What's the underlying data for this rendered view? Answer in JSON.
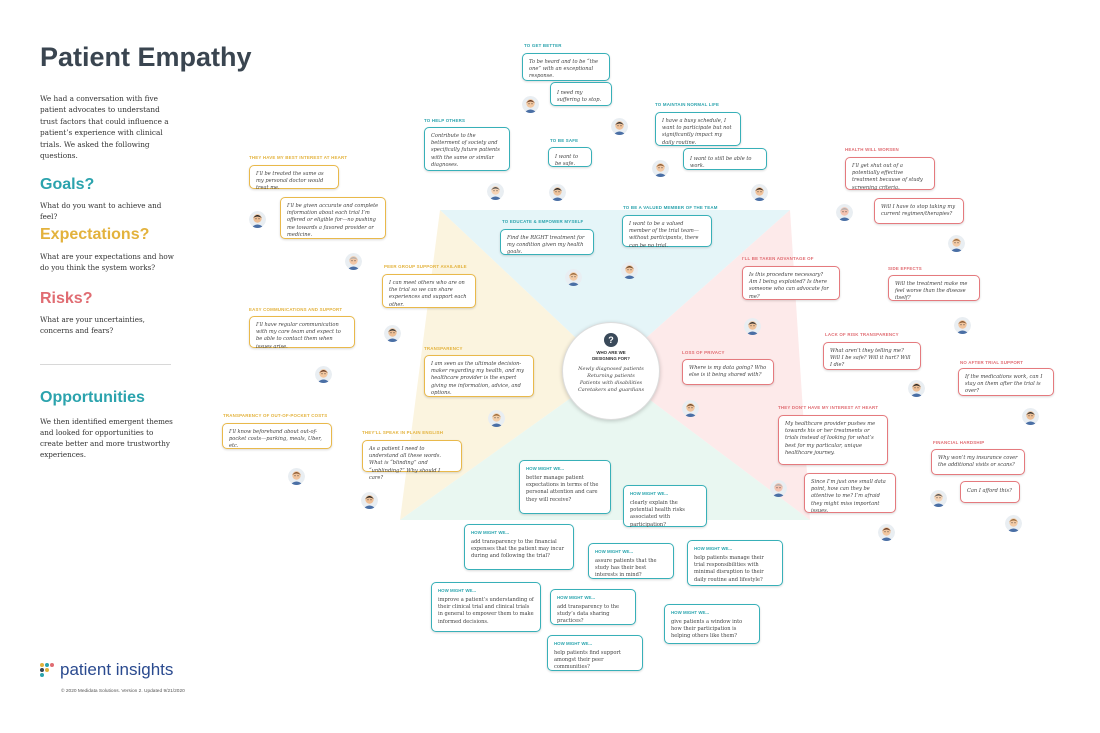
{
  "page": {
    "title": "Patient Empathy",
    "intro": "We had a conversation with five patient advocates to understand trust factors that could influence a patient’s experience with clinical trials. We asked the following questions.",
    "sections": [
      {
        "heading": "Goals?",
        "text": "What do you want to achieve and feel?",
        "color": "#2ba3ad"
      },
      {
        "heading": "Expectations?",
        "text": "What are your expectations and how do you think the system works?",
        "color": "#e3b23c"
      },
      {
        "heading": "Risks?",
        "text": "What are your uncertainties, concerns and fears?",
        "color": "#e06c72"
      },
      {
        "heading": "Opportunities",
        "text": "We then identified emergent themes and looked for opportunities to create better and more trustworthy experiences.",
        "color": "#2ba3ad"
      }
    ],
    "logo_text": "patient insights",
    "copyright": "© 2020 Medidata Solutions. Version 2. Updated 9/21/2020"
  },
  "center": {
    "icon": "?",
    "heading": "WHO ARE WE DESIGNING FOR?",
    "lines": [
      "Newly diagnosed patients",
      "Returning patients",
      "Patients with disabilities",
      "Caretakers and guardians"
    ]
  },
  "colors": {
    "teal": "#2ba3ad",
    "yellow": "#e3b23c",
    "red": "#e06c72",
    "navy": "#3a4550"
  },
  "categories": [
    {
      "label": "TO GET BETTER",
      "color": "teal"
    },
    {
      "label": "TO MAINTAIN NORMAL LIFE",
      "color": "teal"
    },
    {
      "label": "TO HELP OTHERS",
      "color": "teal"
    },
    {
      "label": "TO BE SAFE",
      "color": "teal"
    },
    {
      "label": "TO EDUCATE & EMPOWER MYSELF",
      "color": "teal"
    },
    {
      "label": "TO BE A VALUED MEMBER OF THE TEAM",
      "color": "teal"
    },
    {
      "label": "THEY HAVE MY BEST INTEREST AT HEART",
      "color": "yellow"
    },
    {
      "label": "PEER GROUP SUPPORT AVAILABLE",
      "color": "yellow"
    },
    {
      "label": "EASY COMMUNICATIONS AND SUPPORT",
      "color": "yellow"
    },
    {
      "label": "TRANSPARENCY",
      "color": "yellow"
    },
    {
      "label": "TRANSPARENCY OF OUT-OF-POCKET COSTS",
      "color": "yellow"
    },
    {
      "label": "THEY'LL SPEAK IN PLAIN ENGLISH",
      "color": "yellow"
    },
    {
      "label": "HEALTH WILL WORSEN",
      "color": "red"
    },
    {
      "label": "I'LL BE TAKEN ADVANTAGE OF",
      "color": "red"
    },
    {
      "label": "SIDE EFFECTS",
      "color": "red"
    },
    {
      "label": "LACK OF RISK TRANSPARENCY",
      "color": "red"
    },
    {
      "label": "LOSS OF PRIVACY",
      "color": "red"
    },
    {
      "label": "NO AFTER TRIAL SUPPORT",
      "color": "red"
    },
    {
      "label": "THEY DON'T HAVE MY INTEREST AT HEART",
      "color": "red"
    },
    {
      "label": "FINANCIAL HARDSHIP",
      "color": "red"
    }
  ],
  "quotes": [
    {
      "text": "To be heard and to be “the one” with an exceptional response.",
      "color": "teal"
    },
    {
      "text": "I need my suffering to stop.",
      "color": "teal"
    },
    {
      "text": "I have a busy schedule, I want to participate but not significantly impact my daily routine.",
      "color": "teal"
    },
    {
      "text": "I want to still be able to work.",
      "color": "teal"
    },
    {
      "text": "Contribute to the betterment of society and specifically future patients with the same or similar diagnoses.",
      "color": "teal"
    },
    {
      "text": "I want to be safe.",
      "color": "teal"
    },
    {
      "text": "Find the RIGHT treatment for my condition given my health goals.",
      "color": "teal"
    },
    {
      "text": "I want to be a valued member of the trial team—without participants, there can be no trial.",
      "color": "teal"
    },
    {
      "text": "I’ll be treated the same as my personal doctor would treat me.",
      "color": "yellow"
    },
    {
      "text": "I’ll be given accurate and complete information about each trial I’m offered or eligible for—no pushing me towards a favored provider or medicine.",
      "color": "yellow"
    },
    {
      "text": "I can meet others who are on the trial so we can share experiences and support each other.",
      "color": "yellow"
    },
    {
      "text": "I’ll have regular communication with my care team and expect to be able to contact them when issues arise.",
      "color": "yellow"
    },
    {
      "text": "I am seen as the ultimate decision-maker regarding my health, and my healthcare provider is the expert giving me information, advice, and options.",
      "color": "yellow"
    },
    {
      "text": "I’ll know beforehand about out-of-pocket costs—parking, meals, Uber, etc.",
      "color": "yellow"
    },
    {
      "text": "As a patient I need to understand all these words. What is “blinding” and “unblinding?” Why should I care?",
      "color": "yellow"
    },
    {
      "text": "I’ll get shut out of a potentially effective treatment because of study screening criteria.",
      "color": "red"
    },
    {
      "text": "Will I have to stop taking my current regimen/therapies?",
      "color": "red"
    },
    {
      "text": "Is this procedure necessary? Am I being exploited? Is there someone who can advocate for me?",
      "color": "red"
    },
    {
      "text": "Will the treatment make me feel worse than the disease itself?",
      "color": "red"
    },
    {
      "text": "What aren’t they telling me? Will I be safe? Will it hurt? Will I die?",
      "color": "red"
    },
    {
      "text": "Where is my data going? Who else is it being shared with?",
      "color": "red"
    },
    {
      "text": "If the medications work, can I stay on them after the trial is over?",
      "color": "red"
    },
    {
      "text": "My healthcare provider pushes me towards his or her treatments or trials instead of looking for what’s best for my particular, unique healthcare journey.",
      "color": "red"
    },
    {
      "text": "Since I’m just one small data point, how can they be attentive to me? I’m afraid they might miss important issues.",
      "color": "red"
    },
    {
      "text": "Why won’t my insurance cover the additional visits or scans?",
      "color": "red"
    },
    {
      "text": "Can I afford this?",
      "color": "red"
    }
  ],
  "opportunities": {
    "label": "HOW MIGHT WE...",
    "items": [
      "better manage patient expectations in terms of the personal attention and care they will receive?",
      "clearly explain the potential health risks associated with participation?",
      "add transparency to the financial expenses that the patient may incur during and following the trial?",
      "assure patients that the study has their best interests in mind?",
      "help patients manage their trial responsibilities with minimal disruption to their daily routine and lifestyle?",
      "improve a patient’s understanding of their clinical trial and clinical trials in general to empower them to make informed decisions.",
      "add transparency to the study’s data sharing practices?",
      "give patients a window into how their participation is helping others like them?",
      "help patients find support amongst their peer communities?"
    ]
  }
}
